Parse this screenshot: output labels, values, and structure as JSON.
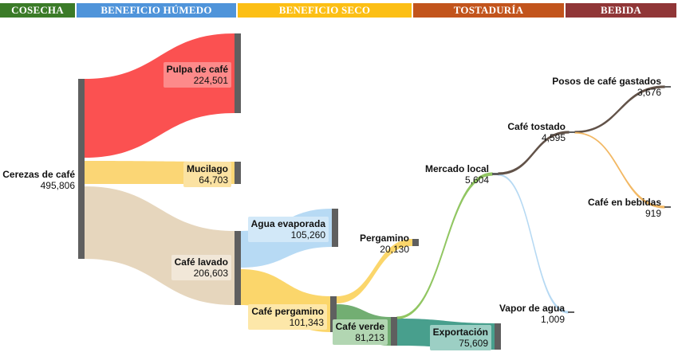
{
  "stages": [
    {
      "label": "COSECHA",
      "color": "#3b7b28"
    },
    {
      "label": "BENEFICIO HÚMEDO",
      "color": "#4f94da"
    },
    {
      "label": "BENEFICIO SECO",
      "color": "#fcbf15"
    },
    {
      "label": "TOSTADURÍA",
      "color": "#c2541c"
    },
    {
      "label": "BEBIDA",
      "color": "#903637"
    }
  ],
  "chart_data": {
    "type": "sankey",
    "title": "",
    "nodes": [
      {
        "id": "cerezas",
        "name": "Cerezas de café",
        "value": 495806,
        "value_label": "495,806",
        "stage": "COSECHA"
      },
      {
        "id": "pulpa",
        "name": "Pulpa de café",
        "value": 224501,
        "value_label": "224,501",
        "stage": "BENEFICIO HÚMEDO"
      },
      {
        "id": "mucilago",
        "name": "Mucilago",
        "value": 64703,
        "value_label": "64,703",
        "stage": "BENEFICIO HÚMEDO"
      },
      {
        "id": "lavado",
        "name": "Café lavado",
        "value": 206603,
        "value_label": "206,603",
        "stage": "BENEFICIO HÚMEDO"
      },
      {
        "id": "agua",
        "name": "Agua evaporada",
        "value": 105260,
        "value_label": "105,260",
        "stage": "BENEFICIO SECO"
      },
      {
        "id": "pergaminoCafe",
        "name": "Café pergamino",
        "value": 101343,
        "value_label": "101,343",
        "stage": "BENEFICIO SECO"
      },
      {
        "id": "pergamino",
        "name": "Pergamino",
        "value": 20130,
        "value_label": "20,130",
        "stage": "BENEFICIO SECO"
      },
      {
        "id": "verde",
        "name": "Café verde",
        "value": 81213,
        "value_label": "81,213",
        "stage": "BENEFICIO SECO"
      },
      {
        "id": "exportacion",
        "name": "Exportación",
        "value": 75609,
        "value_label": "75,609",
        "stage": "TOSTADURÍA"
      },
      {
        "id": "mercado",
        "name": "Mercado local",
        "value": 5604,
        "value_label": "5,604",
        "stage": "TOSTADURÍA"
      },
      {
        "id": "vapor",
        "name": "Vapor de agua",
        "value": 1009,
        "value_label": "1,009",
        "stage": "TOSTADURÍA"
      },
      {
        "id": "tostado",
        "name": "Café tostado",
        "value": 4595,
        "value_label": "4,595",
        "stage": "TOSTADURÍA"
      },
      {
        "id": "posos",
        "name": "Posos de café gastados",
        "value": 3676,
        "value_label": "3,676",
        "stage": "BEBIDA"
      },
      {
        "id": "bebidas",
        "name": "Café en bebidas",
        "value": 919,
        "value_label": "919",
        "stage": "BEBIDA"
      }
    ],
    "links": [
      {
        "source": "cerezas",
        "target": "pulpa",
        "value": 224501,
        "color": "#fb4848"
      },
      {
        "source": "cerezas",
        "target": "mucilago",
        "value": 64703,
        "color": "#fbd46e"
      },
      {
        "source": "cerezas",
        "target": "lavado",
        "value": 206603,
        "color": "#e5d4b9"
      },
      {
        "source": "lavado",
        "target": "agua",
        "value": 105260,
        "color": "#b3d8f3"
      },
      {
        "source": "lavado",
        "target": "pergaminoCafe",
        "value": 101343,
        "color": "#fbd463"
      },
      {
        "source": "pergaminoCafe",
        "target": "pergamino",
        "value": 20130,
        "color": "#fbd463"
      },
      {
        "source": "pergaminoCafe",
        "target": "verde",
        "value": 81213,
        "color": "#6aaa6a"
      },
      {
        "source": "verde",
        "target": "exportacion",
        "value": 75609,
        "color": "#3e9a87"
      },
      {
        "source": "verde",
        "target": "mercado",
        "value": 5604,
        "color": "#8cc45a"
      },
      {
        "source": "mercado",
        "target": "vapor",
        "value": 1009,
        "color": "#b3d8f3"
      },
      {
        "source": "mercado",
        "target": "tostado",
        "value": 4595,
        "color": "#5a4a40"
      },
      {
        "source": "tostado",
        "target": "posos",
        "value": 3676,
        "color": "#5a4a40"
      },
      {
        "source": "tostado",
        "target": "bebidas",
        "value": 919,
        "color": "#f2b55c"
      }
    ],
    "node_color": "#5f5f5f"
  }
}
